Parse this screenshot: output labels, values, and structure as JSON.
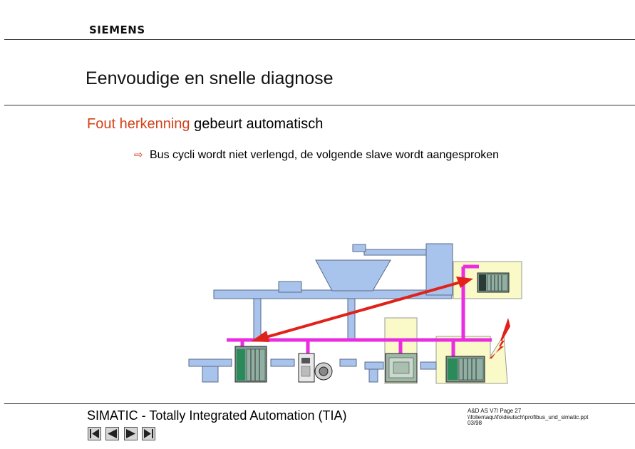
{
  "header": {
    "logo": "SIEMENS"
  },
  "slide": {
    "title": "Eenvoudige en snelle diagnose",
    "subtitle_accent": "Fout herkenning",
    "subtitle_rest": " gebeurt automatisch",
    "bullet_text": "Bus cycli wordt niet verlengd, de volgende slave wordt aangesproken"
  },
  "footer": {
    "title": "SIMATIC - Totally Integrated Automation (TIA)",
    "meta_line1": "A&D AS V7/  Page 27",
    "meta_line2": "\\\\folien\\aqu\\fo\\deutsch\\profibus_und_simatic.ppt",
    "meta_line3": "03/98"
  },
  "colors": {
    "accent": "#d2421a",
    "machine_blue": "#a8c4ec",
    "bus_magenta": "#ea2de0",
    "arrow_red": "#e0221a",
    "highlight_yellow": "#fafac8"
  },
  "nav_icons": [
    "first-slide-icon",
    "previous-slide-icon",
    "next-slide-icon",
    "last-slide-icon"
  ]
}
